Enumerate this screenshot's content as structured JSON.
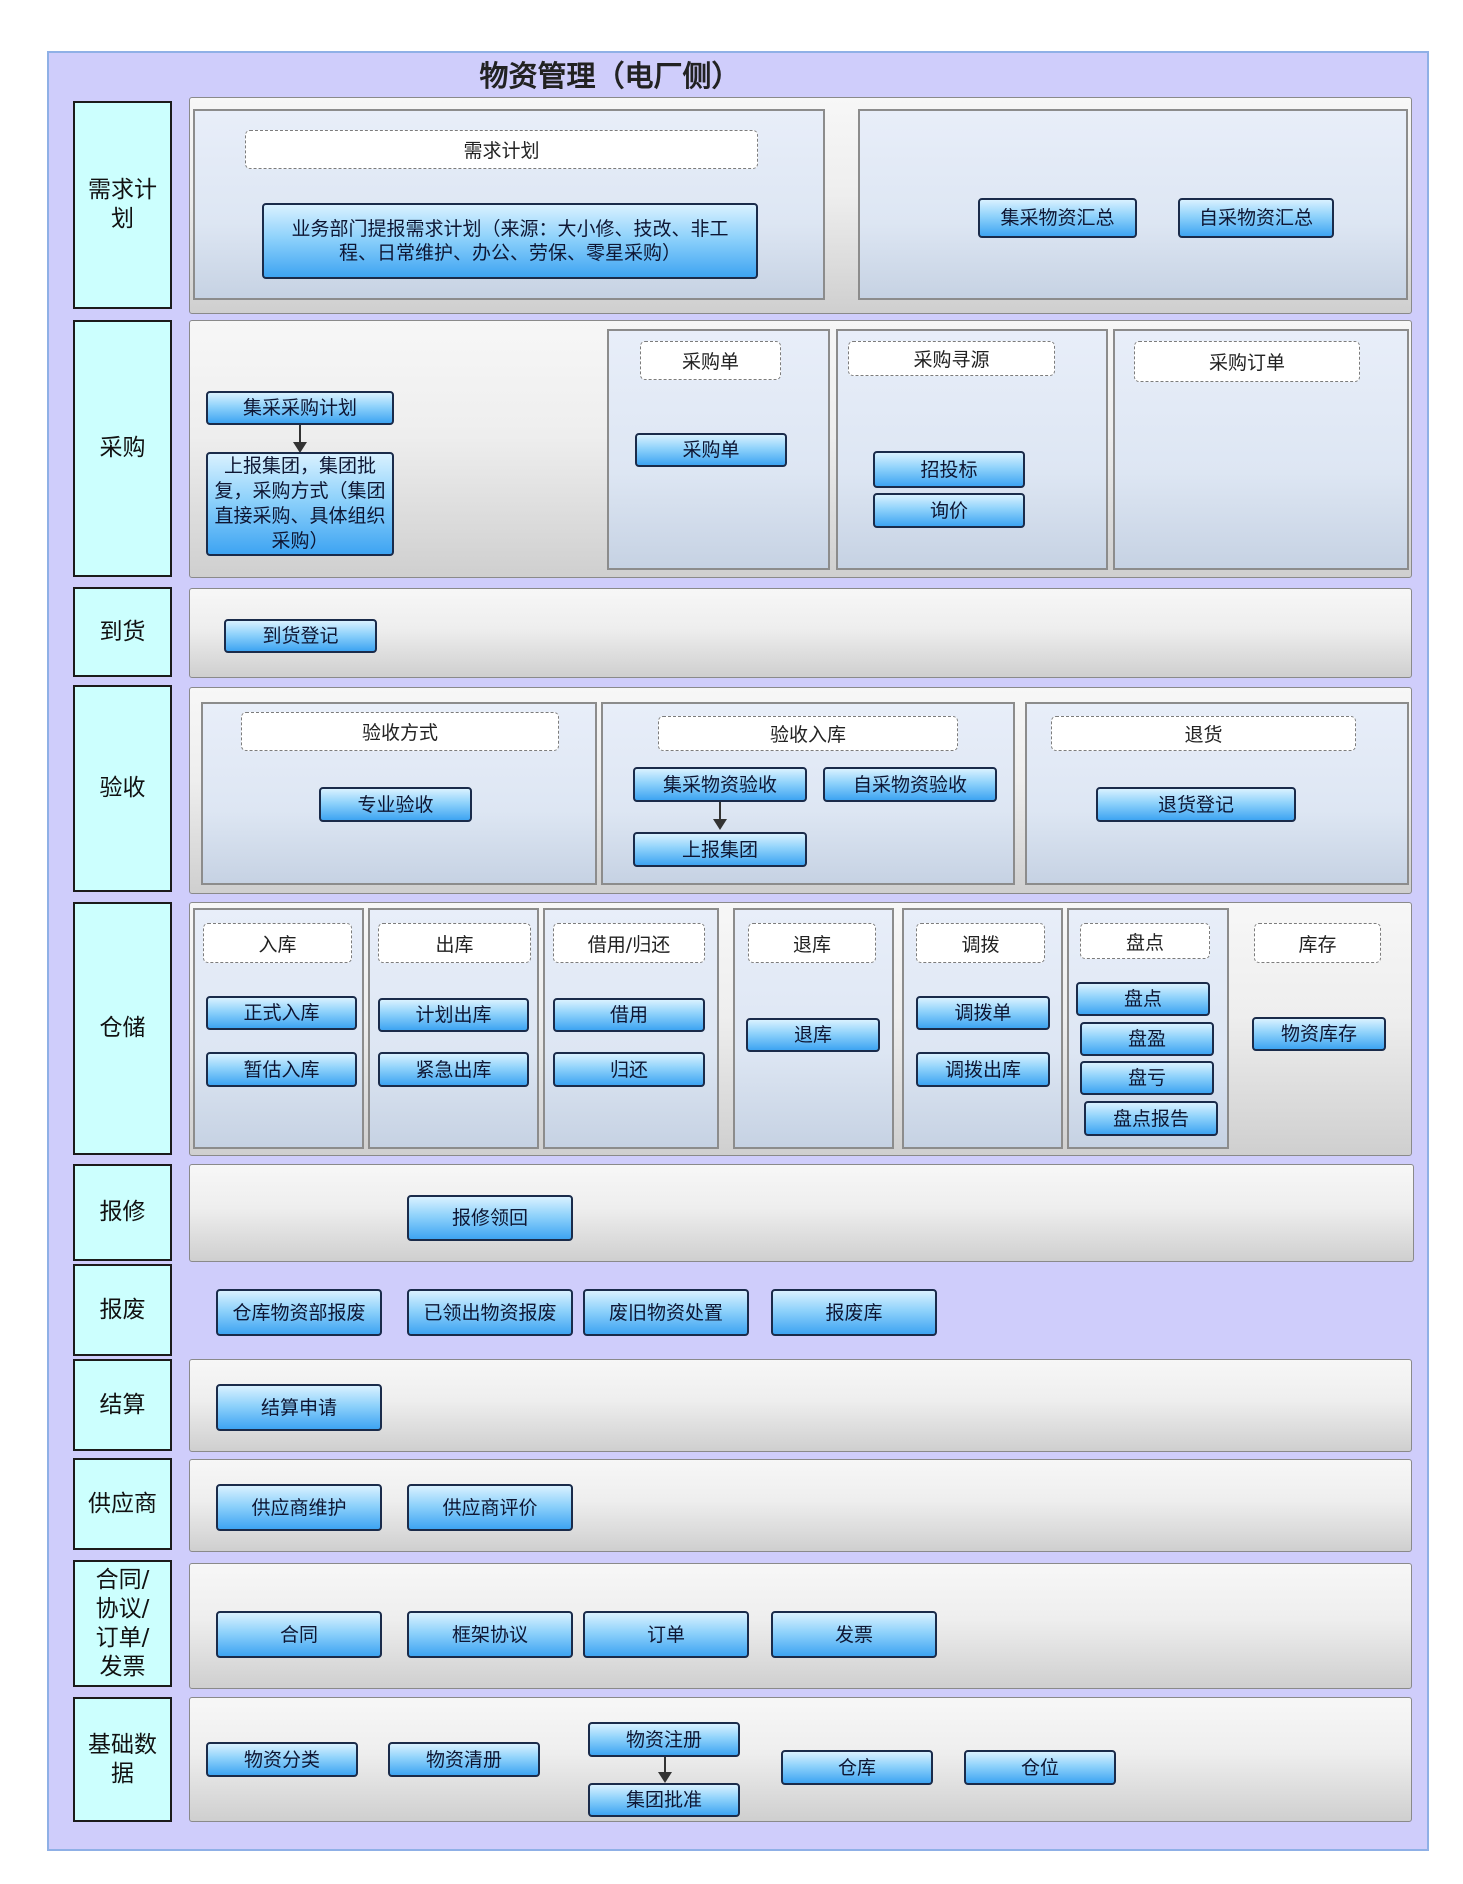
{
  "title": "物资管理（电厂侧）",
  "rows": {
    "demand": {
      "label": "需求计划",
      "plan_header": "需求计划",
      "plan_button": "业务部门提报需求计划（来源：大小修、技改、非工程、日常维护、办公、劳保、零星采购）",
      "summary_buttons": [
        "集采物资汇总",
        "自采物资汇总"
      ]
    },
    "purchase": {
      "label": "采购",
      "central_plan": "集采采购计划",
      "report_group": "上报集团，集团批复，采购方式（集团直接采购、具体组织采购）",
      "order_header": "采购单",
      "order_button": "采购单",
      "sourcing_header": "采购寻源",
      "sourcing_buttons": [
        "招投标",
        "询价"
      ],
      "po_header": "采购订单"
    },
    "arrival": {
      "label": "到货",
      "register": "到货登记"
    },
    "acceptance": {
      "label": "验收",
      "method_header": "验收方式",
      "method_button": "专业验收",
      "storage_header": "验收入库",
      "central_accept": "集采物资验收",
      "self_accept": "自采物资验收",
      "report_group": "上报集团",
      "return_header": "退货",
      "return_button": "退货登记"
    },
    "warehouse": {
      "label": "仓储",
      "inbound_header": "入库",
      "inbound_buttons": [
        "正式入库",
        "暂估入库"
      ],
      "outbound_header": "出库",
      "outbound_buttons": [
        "计划出库",
        "紧急出库"
      ],
      "borrow_header": "借用/归还",
      "borrow_buttons": [
        "借用",
        "归还"
      ],
      "return_header": "退库",
      "return_button": "退库",
      "transfer_header": "调拨",
      "transfer_buttons": [
        "调拨单",
        "调拨出库"
      ],
      "count_header": "盘点",
      "count_buttons": [
        "盘点",
        "盘盈",
        "盘亏",
        "盘点报告"
      ],
      "stock_header": "库存",
      "stock_button": "物资库存"
    },
    "repair": {
      "label": "报修",
      "button": "报修领回"
    },
    "scrap": {
      "label": "报废",
      "buttons": [
        "仓库物资部报废",
        "已领出物资报废",
        "废旧物资处置",
        "报废库"
      ]
    },
    "settlement": {
      "label": "结算",
      "button": "结算申请"
    },
    "supplier": {
      "label": "供应商",
      "buttons": [
        "供应商维护",
        "供应商评价"
      ]
    },
    "contract": {
      "label": "合同/协议/订单/发票",
      "buttons": [
        "合同",
        "框架协议",
        "订单",
        "发票"
      ]
    },
    "basic": {
      "label": "基础数据",
      "buttons": [
        "物资分类",
        "物资清册",
        "物资注册",
        "集团批准",
        "仓库",
        "仓位"
      ]
    }
  },
  "colors": {
    "frame": "#cfcdfb",
    "label_bg": "#ccfffe",
    "button_top": "#d9f1ff",
    "button_bottom": "#3ea4f2"
  }
}
